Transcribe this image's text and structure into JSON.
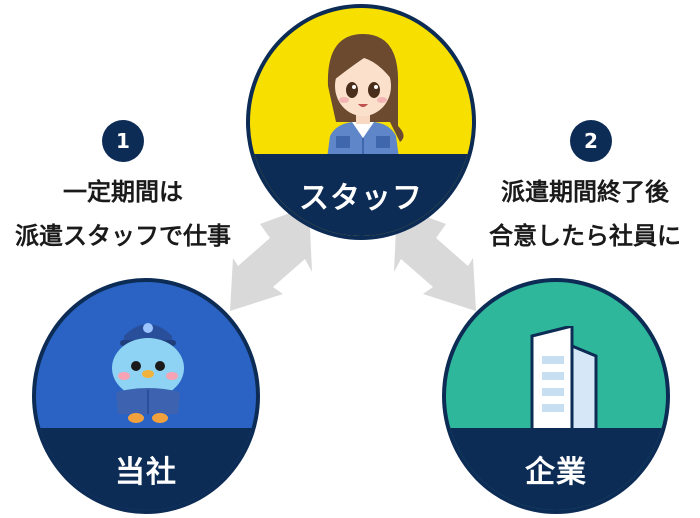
{
  "nodes": {
    "staff": {
      "label": "スタッフ"
    },
    "company_self": {
      "label": "当社"
    },
    "client": {
      "label": "企業"
    }
  },
  "steps": [
    {
      "number": "1",
      "line1": "一定期間は",
      "line2": "派遣スタッフで仕事"
    },
    {
      "number": "2",
      "line1": "派遣期間終了後",
      "line2": "合意したら社員に"
    }
  ],
  "colors": {
    "navy": "#0d2c55",
    "staff_fill": "#f7e000",
    "self_fill": "#2a63c4",
    "client_fill": "#2fb79c",
    "arrow": "#d9d9d9"
  },
  "icons": {
    "staff": "woman-staff-icon",
    "company_self": "bird-mascot-icon",
    "client": "office-building-icon"
  }
}
